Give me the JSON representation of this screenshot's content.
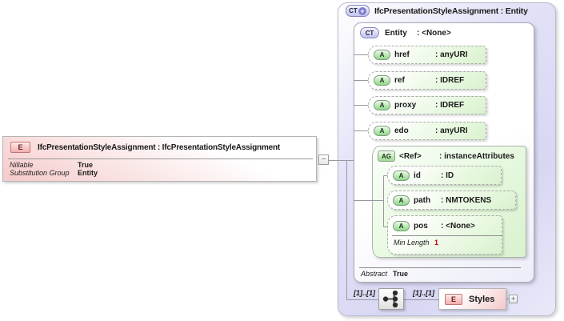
{
  "icons": {
    "element": "E",
    "complex_type": "CT",
    "attribute": "A",
    "attribute_group": "AG",
    "plus_badge": "+",
    "expand": "+",
    "collapse": "−"
  },
  "colors": {
    "element_pink": "#f6caca",
    "element_border_red": "#c47474",
    "attribute_green": "#d9f2cf",
    "attribute_icon_green": "#8fd787",
    "panel_lavender": "#d7d7f3",
    "ct_icon_lavender": "#c3c3ec",
    "facet_value_red": "#cc0000",
    "connector_gray": "#98989f"
  },
  "element_box": {
    "title": "IfcPresentationStyleAssignment : IfcPresentationStyleAssignment",
    "properties": [
      {
        "label": "Nillable",
        "value": "True"
      },
      {
        "label": "Substitution Group",
        "value": "Entity"
      }
    ]
  },
  "panel": {
    "title": "IfcPresentationStyleAssignment : Entity",
    "entity": {
      "name": "Entity",
      "type": ": <None>",
      "attributes": [
        {
          "name": "href",
          "type": ": anyURI"
        },
        {
          "name": "ref",
          "type": ": IDREF"
        },
        {
          "name": "proxy",
          "type": ": IDREF"
        },
        {
          "name": "edo",
          "type": ": anyURI"
        }
      ],
      "attribute_group": {
        "name": "<Ref>",
        "type": ": instanceAttributes",
        "attributes": [
          {
            "name": "id",
            "type": ": ID"
          },
          {
            "name": "path",
            "type": ": NMTOKENS"
          },
          {
            "name": "pos",
            "type": ": <None>"
          }
        ],
        "facet": {
          "label": "Min Length",
          "value": "1"
        }
      },
      "properties": [
        {
          "label": "Abstract",
          "value": "True"
        }
      ]
    },
    "content_model": {
      "source_cardinality": "[1]..[1]",
      "target_cardinality": "[1]..[1]",
      "compositor": "sequence",
      "child_element": {
        "name": "Styles"
      }
    }
  }
}
